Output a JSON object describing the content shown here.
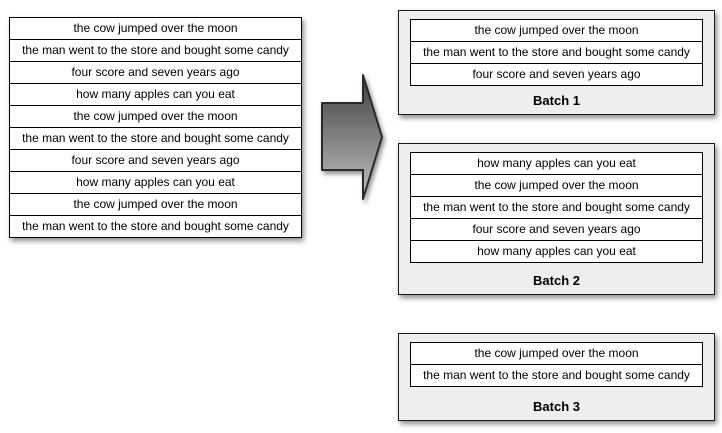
{
  "left_list": {
    "rows": [
      "the cow jumped over the moon",
      "the man went to the store and bought some candy",
      "four score and seven years ago",
      "how many apples can you eat",
      "the cow jumped over the moon",
      "the man went to the store and bought some candy",
      "four score and seven years ago",
      "how many apples can you eat",
      "the cow jumped over the moon",
      "the man went to the store and bought some candy"
    ]
  },
  "arrow": {
    "icon": "right-block-arrow"
  },
  "batches": [
    {
      "label": "Batch 1",
      "rows": [
        "the cow jumped over the moon",
        "the man went to the store and bought some candy",
        "four score and seven years ago"
      ]
    },
    {
      "label": "Batch 2",
      "rows": [
        "how many apples can you eat",
        "the cow jumped over the moon",
        "the man went to the store and bought some candy",
        "four score and seven years ago",
        "how many apples can you eat"
      ]
    },
    {
      "label": "Batch 3",
      "rows": [
        "the cow jumped over the moon",
        "the man went to the store and bought some candy"
      ]
    }
  ],
  "colors": {
    "row_bg": "#ffffff",
    "batch_bg": "#eeeeee",
    "border": "#000000",
    "arrow_dark": "#3f3f3f",
    "arrow_light": "#c2c2c2",
    "arrow_stroke": "#2a2a2a"
  }
}
